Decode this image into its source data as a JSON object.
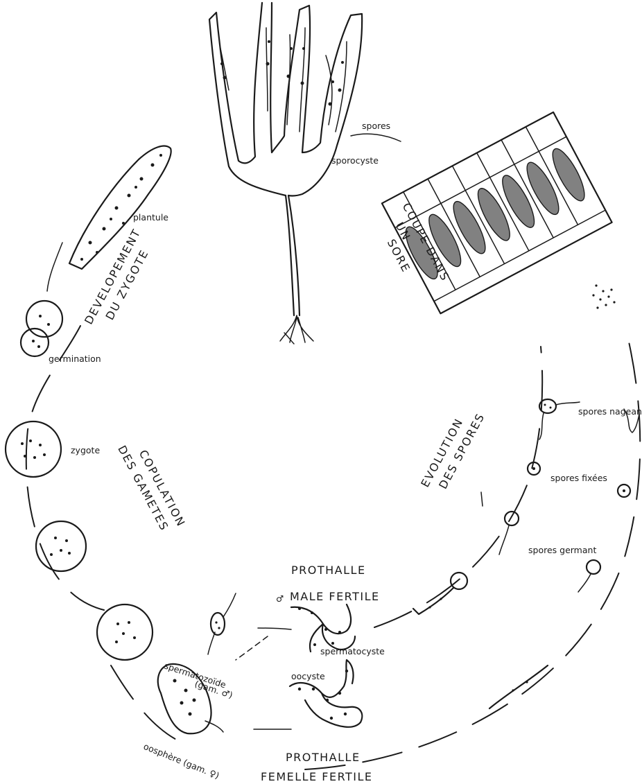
{
  "labels": {
    "spores": "spores",
    "sporocyste": "sporocyste",
    "plantule": "plantule",
    "germination": "germination",
    "zygote": "zygote",
    "spores_nageant": "spores nageant",
    "spores_fixees": "spores fixées",
    "spores_germant": "spores germant",
    "spermatocyste": "spermatocyste",
    "oocyste": "oocyste",
    "spermatozoide": "spermatozoïde",
    "spermatozoide_gam": "(gam. ♂)",
    "oosphere": "oosphère (gam. ♀)",
    "symbol_male": "♂"
  },
  "titles": {
    "coupe_line1": "COUPE DANS",
    "coupe_line2": "UN",
    "coupe_line3": "SORE",
    "dev_line1": "DEVELOPEMENT",
    "dev_line2": "DU ZYGOTE",
    "cop_line1": "COPULATION",
    "cop_line2": "DES GAMETES",
    "evo_line1": "EVOLUTION",
    "evo_line2": "DES SPORES",
    "prothalle_male_1": "PROTHALLE",
    "prothalle_male_2": "MALE FERTILE",
    "prothalle_femelle_1": "PROTHALLE",
    "prothalle_femelle_2": "FEMELLE FERTILE"
  }
}
